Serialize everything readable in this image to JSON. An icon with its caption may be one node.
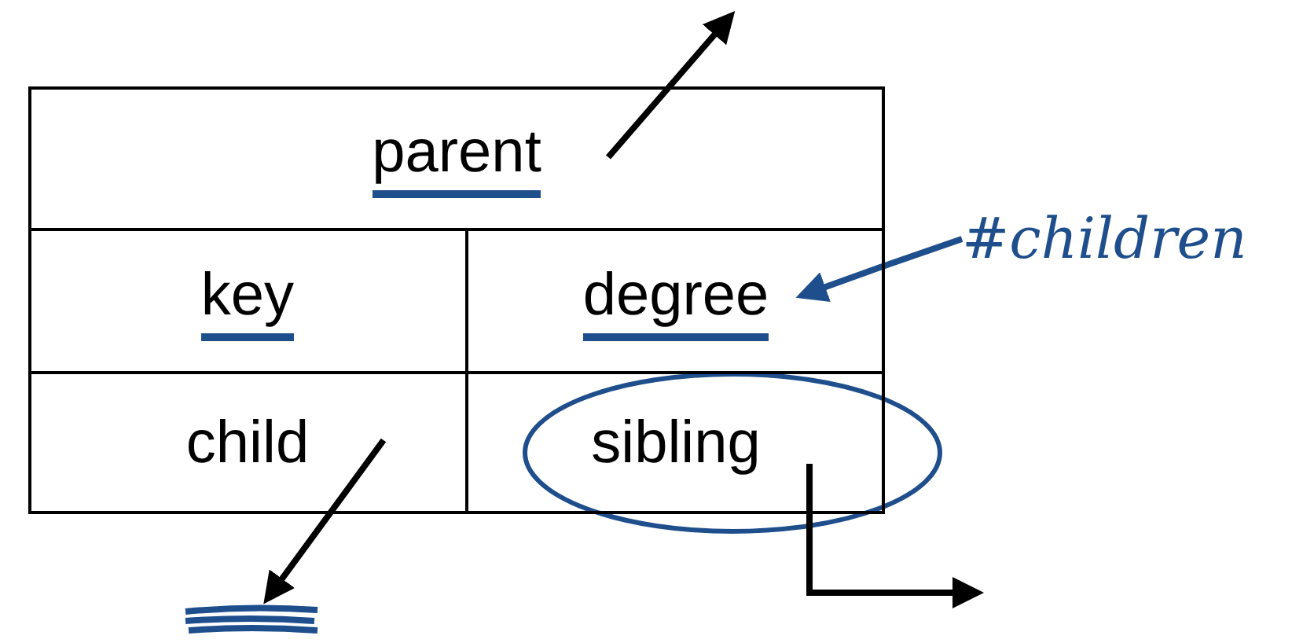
{
  "diagram": {
    "nodes": [
      {
        "text": [],
        "shape": "box"
      },
      {
        "text": [
          "parent"
        ],
        "in": 0
      },
      {
        "text": [
          "key"
        ],
        "in": 0
      },
      {
        "text": [
          "degree"
        ],
        "in": 0
      },
      {
        "text": [
          "child"
        ],
        "in": 0
      },
      {
        "text": [
          "sibling"
        ],
        "in": 0
      },
      {
        "text": [
          "#children"
        ]
      },
      {
        "text": [],
        "shape": "bar"
      }
    ],
    "edges": [
      {
        "from": 1,
        "to": null,
        "arrow": "to"
      },
      {
        "from": 6,
        "to": 3,
        "arrow": "to",
        "color": "#1f4e8c"
      },
      {
        "from": 4,
        "to": 7,
        "arrow": "to"
      },
      {
        "from": 5,
        "to": null,
        "arrow": "to"
      }
    ]
  }
}
